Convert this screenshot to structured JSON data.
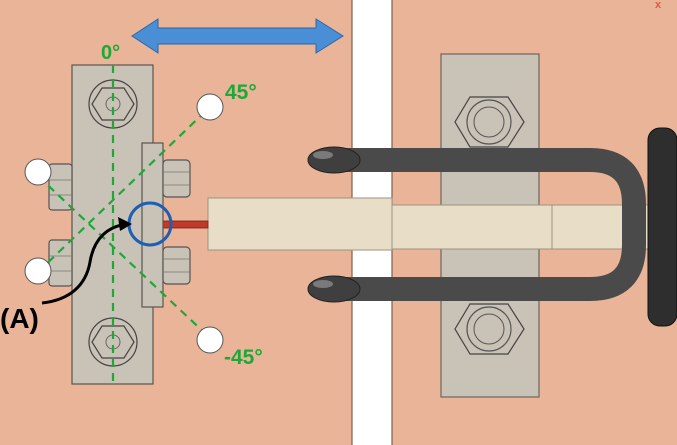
{
  "colors": {
    "plate": "#e9b498",
    "slot": "#ffffff",
    "bracket": "#c9c2b6",
    "guide": "#e8dec8",
    "pipe": "#4a4a4a",
    "rod": "#c0392b",
    "dashed": "#1fa83a",
    "arrow": "#4a8fd6",
    "circle": "#1c5fb4",
    "pointer": "#000000",
    "corner_mark": "#e0594b"
  },
  "labels": {
    "angle_zero": "0°",
    "angle_plus45": "45°",
    "angle_minus45": "-45°",
    "callout": "(A)",
    "corner_mark": "x"
  },
  "icons": {
    "motion_arrow": "double-headed-arrow-icon",
    "bolt": "hex-bolt-icon",
    "marker": "white-circle-marker-icon",
    "focus": "focus-circle-icon"
  }
}
